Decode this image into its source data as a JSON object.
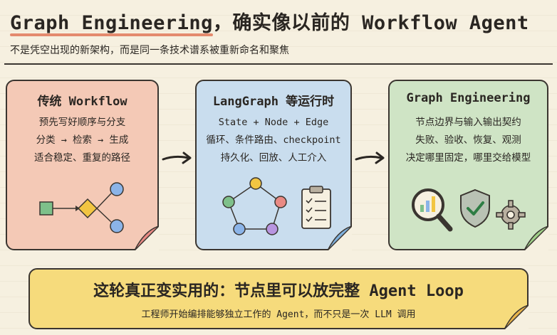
{
  "title": {
    "highlight": "Graph Engineering",
    "rest": "，确实像以前的 Workflow Agent"
  },
  "subtitle": "不是凭空出现的新架构，而是同一条技术谱系被重新命名和聚焦",
  "cards": [
    {
      "title": "传统 Workflow",
      "lines": [
        "预先写好顺序与分支",
        "分类 → 检索 → 生成",
        "适合稳定、重复的路径"
      ],
      "color": "#f4c9b6"
    },
    {
      "title": "LangGraph 等运行时",
      "lines": [
        "State + Node + Edge",
        "循环、条件路由、checkpoint",
        "持久化、回放、人工介入"
      ],
      "color": "#c9ddee"
    },
    {
      "title": "Graph Engineering",
      "lines": [
        "节点边界与输入输出契约",
        "失败、验收、恢复、观测",
        "决定哪里固定，哪里交给模型"
      ],
      "color": "#cfe4c5"
    }
  ],
  "icons": [
    "flow-branch-icon",
    "graph-loop-icon",
    "clipboard-checklist-icon",
    "magnifier-chart-icon",
    "shield-check-icon",
    "gear-icon",
    "arrow-right-icon"
  ],
  "banner": {
    "main": "这轮真正变实用的：节点里可以放完整 Agent Loop",
    "sub": "工程师开始编排能够独立工作的 Agent，而不只是一次 LLM 调用",
    "color": "#f6db7c"
  }
}
